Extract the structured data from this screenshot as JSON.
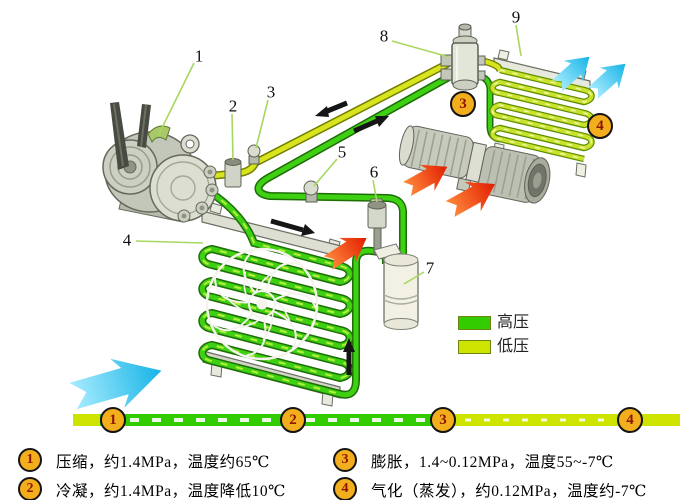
{
  "legend": {
    "high": {
      "label": "高压",
      "color": "#33cc00"
    },
    "low": {
      "label": "低压",
      "color": "#cde400"
    }
  },
  "part_labels": [
    "1",
    "2",
    "3",
    "4",
    "5",
    "6",
    "7",
    "8",
    "9"
  ],
  "stage_markers": [
    "1",
    "2",
    "3",
    "4"
  ],
  "stages": [
    {
      "num": "1",
      "text": "压缩，约1.4MPa，温度约65℃"
    },
    {
      "num": "2",
      "text": "冷凝，约1.4MPa，温度降低10℃"
    },
    {
      "num": "3",
      "text": "膨胀，1.4~0.12MPa，温度55~-7℃"
    },
    {
      "num": "4",
      "text": "气化（蒸发），约0.12MPa，温度约-7℃"
    }
  ],
  "colors": {
    "high_pressure_pipe": "#33cc00",
    "low_pressure_pipe": "#cde400",
    "marker_fill": "#f2ae1c",
    "marker_number": "#8d1500",
    "hot_air_arrow": "#e8350b",
    "cold_air_arrow": "#2fc2ee",
    "flow_arrow": "#151515"
  }
}
